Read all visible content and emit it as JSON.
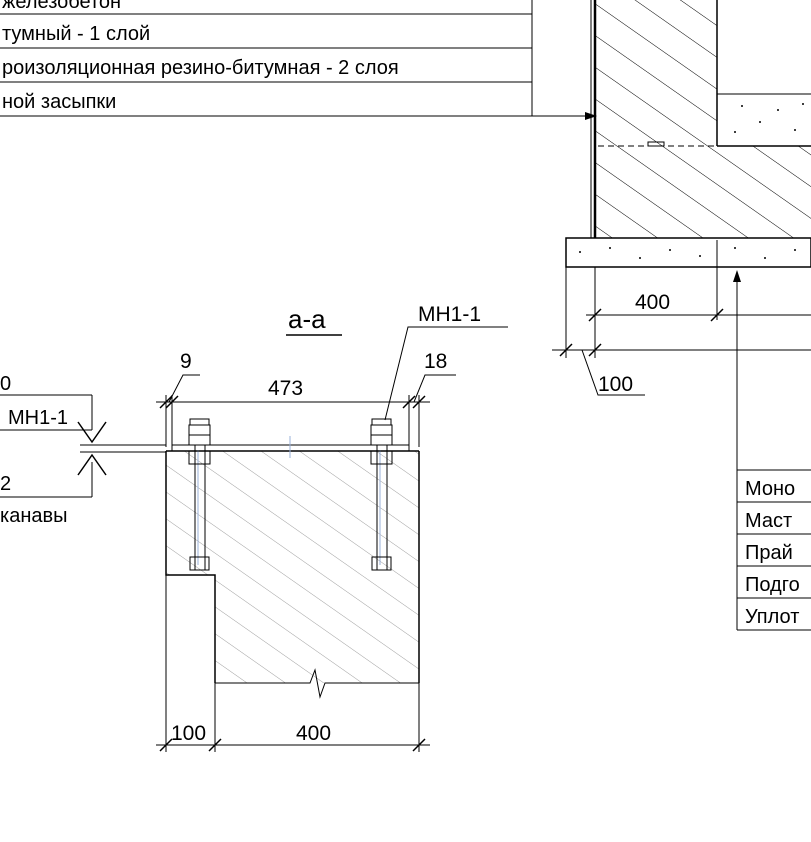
{
  "top_left_leaders": [
    "железобетон",
    "тумный - 1 слой",
    "роизоляционная резино-битумная - 2 слоя",
    "ной засыпки"
  ],
  "section_title": "а-а",
  "mark_mh": "МН1-1",
  "dim_9": "9",
  "dim_473": "473",
  "dim_18": "18",
  "left_partial_0": "0",
  "left_mh": "МН1-1",
  "left_partial_2": "2",
  "left_kanavy": "канавы",
  "dim_100_bottom": "100",
  "dim_400_bottom": "400",
  "dim_400_right": "400",
  "dim_100_right": "100",
  "right_table": [
    "Моно",
    "Маст",
    "Прай",
    "Подго",
    "Уплот"
  ]
}
